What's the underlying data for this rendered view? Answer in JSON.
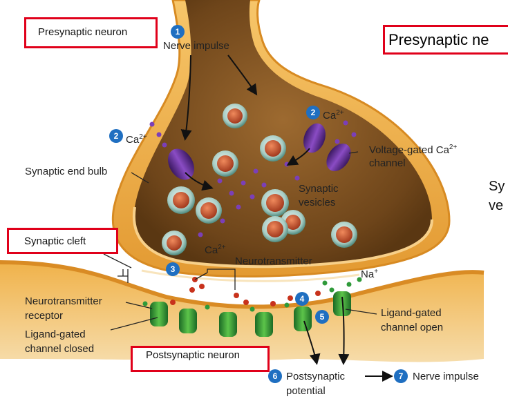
{
  "labels": {
    "presynaptic_box": "Presynaptic neuron",
    "presynaptic_right": "Presynaptic ne",
    "nerve_impulse_top": "Nerve impulse",
    "ca_1": "Ca",
    "ca_2": "Ca",
    "ca_3": "Ca",
    "ca_sup": "2+",
    "voltage_gated": "Voltage-gated Ca",
    "channel": "channel",
    "synaptic_end_bulb": "Synaptic end bulb",
    "synaptic_vesicles_1": "Synaptic",
    "synaptic_vesicles_2": "vesicles",
    "right_sy": "Sy",
    "right_ve": "ve",
    "synaptic_cleft": "Synaptic cleft",
    "neurotransmitter": "Neurotransmitter",
    "na": "Na",
    "na_sup": "+",
    "nt_receptor_1": "Neurotransmitter",
    "nt_receptor_2": "receptor",
    "lg_closed_1": "Ligand-gated",
    "lg_closed_2": "channel closed",
    "lg_open_1": "Ligand-gated",
    "lg_open_2": "channel open",
    "postsynaptic_box": "Postsynaptic neuron",
    "postsynaptic_potential_1": "Postsynaptic",
    "postsynaptic_potential_2": "potential",
    "nerve_impulse_bottom": "Nerve impulse"
  },
  "steps": [
    "1",
    "2",
    "2",
    "3",
    "4",
    "5",
    "6",
    "7"
  ],
  "colors": {
    "highlight_box": "#e0001a",
    "step_badge": "#1f6fc1",
    "membrane": "#f0b24a",
    "cytoplasm": "#8a5a22",
    "channel_green": "#2f9a3a",
    "channel_purple": "#5b2a8a",
    "vesicle_core": "#c2502c"
  }
}
